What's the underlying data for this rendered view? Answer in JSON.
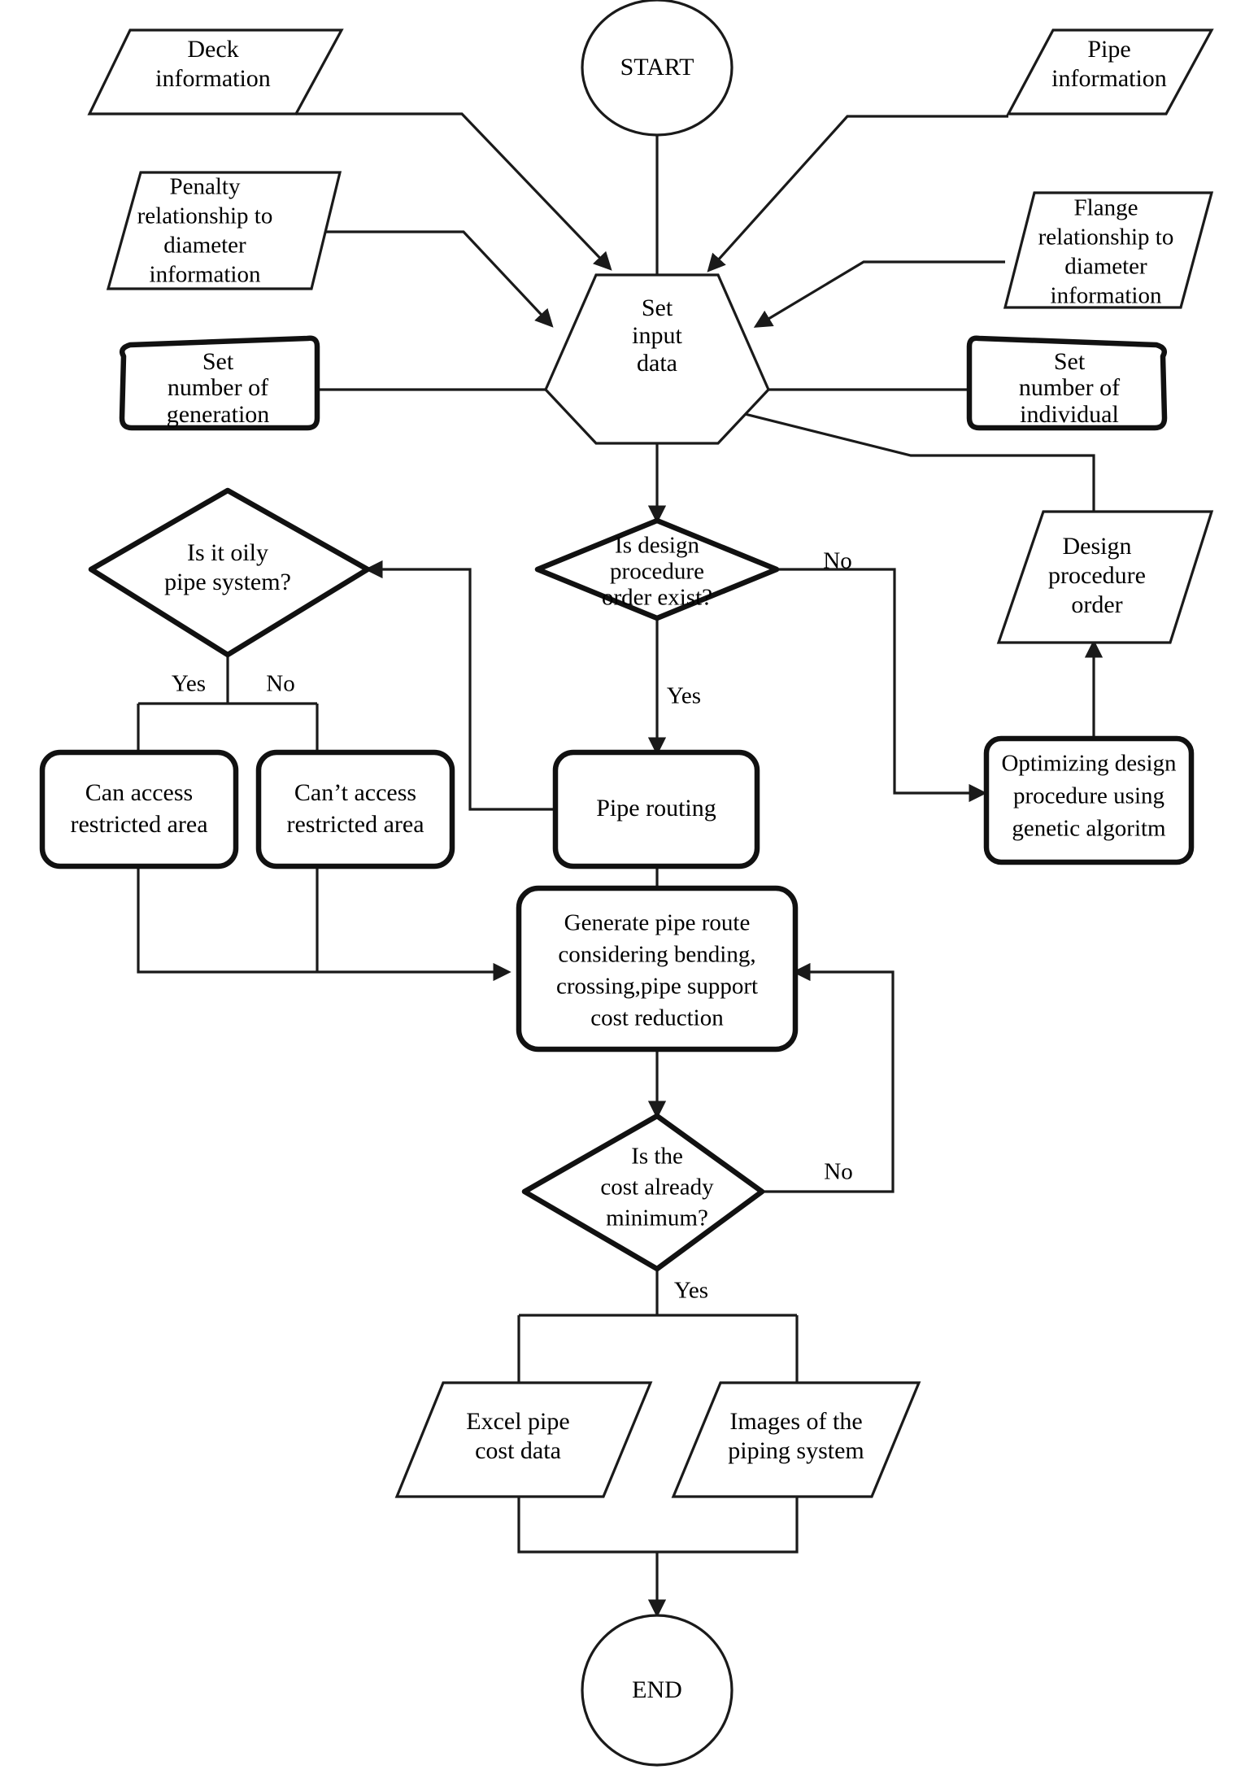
{
  "diagram": {
    "title": "Pipe routing optimization flowchart",
    "colors": {
      "stroke": "#1a1a1a",
      "fill": "#ffffff",
      "text": "#000000"
    },
    "nodes": {
      "start": {
        "label": "START",
        "shape": "circle"
      },
      "deck_info": {
        "label_1": "Deck",
        "label_2": "information",
        "shape": "parallelogram"
      },
      "pipe_info": {
        "label_1": "Pipe",
        "label_2": "information",
        "shape": "parallelogram"
      },
      "penalty_info": {
        "label_1": "Penalty",
        "label_2": "relationship to",
        "label_3": "diameter",
        "label_4": "information",
        "shape": "parallelogram"
      },
      "flange_info": {
        "label_1": "Flange",
        "label_2": "relationship to",
        "label_3": "diameter",
        "label_4": "information",
        "shape": "parallelogram"
      },
      "set_generation": {
        "label_1": "Set",
        "label_2": "number of",
        "label_3": "generation",
        "shape": "trapezoid-rounded"
      },
      "set_individual": {
        "label_1": "Set",
        "label_2": "number of",
        "label_3": "individual",
        "shape": "trapezoid-rounded"
      },
      "set_input_data": {
        "label_1": "Set",
        "label_2": "input",
        "label_3": "data",
        "shape": "hexagon"
      },
      "is_oily": {
        "label_1": "Is it oily",
        "label_2": "pipe system?",
        "shape": "diamond"
      },
      "is_design_order": {
        "label_1": "Is design",
        "label_2": "procedure",
        "label_3": "order exist?",
        "shape": "diamond"
      },
      "design_procedure_order": {
        "label_1": "Design",
        "label_2": "procedure",
        "label_3": "order",
        "shape": "parallelogram"
      },
      "optimizing": {
        "label_1": "Optimizing design",
        "label_2": "procedure using",
        "label_3": "genetic algoritm",
        "shape": "rounded-rect"
      },
      "can_access": {
        "label_1": "Can access",
        "label_2": "restricted area",
        "shape": "rounded-rect"
      },
      "cant_access": {
        "label_1": "Can’t access",
        "label_2": "restricted area",
        "shape": "rounded-rect"
      },
      "pipe_routing": {
        "label_1": "Pipe routing",
        "shape": "rounded-rect"
      },
      "generate_route": {
        "label_1": "Generate pipe route",
        "label_2": "considering bending,",
        "label_3": "crossing,pipe support",
        "label_4": "cost reduction",
        "shape": "rounded-rect"
      },
      "is_cost_min": {
        "label_1": "Is the",
        "label_2": "cost already",
        "label_3": "minimum?",
        "shape": "diamond"
      },
      "excel_out": {
        "label_1": "Excel pipe",
        "label_2": "cost data",
        "shape": "parallelogram"
      },
      "images_out": {
        "label_1": "Images of the",
        "label_2": "piping system",
        "shape": "parallelogram"
      },
      "end": {
        "label": "END",
        "shape": "circle"
      }
    },
    "edge_labels": {
      "oily_yes": "Yes",
      "oily_no": "No",
      "design_no": "No",
      "design_yes": "Yes",
      "cost_no": "No",
      "cost_yes": "Yes"
    }
  }
}
